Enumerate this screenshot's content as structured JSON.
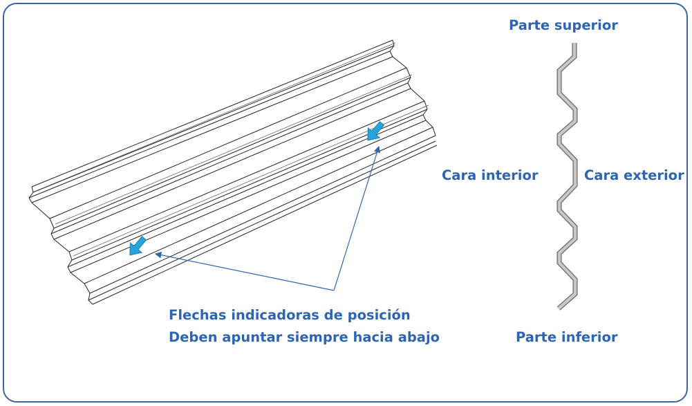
{
  "labels": {
    "top": "Parte superior",
    "bottom": "Parte inferior",
    "inner": "Cara interior",
    "outer": "Cara exterior"
  },
  "caption": {
    "line1": "Flechas indicadoras de posición",
    "line2": "Deben apuntar siempre hacia abajo"
  },
  "colors": {
    "frame": "#3a63a8",
    "text": "#2f64b3",
    "arrow": "#29a3dc",
    "profile": "#c8c8c8"
  },
  "icons": {
    "arrow": "down-right-arrow-icon"
  }
}
